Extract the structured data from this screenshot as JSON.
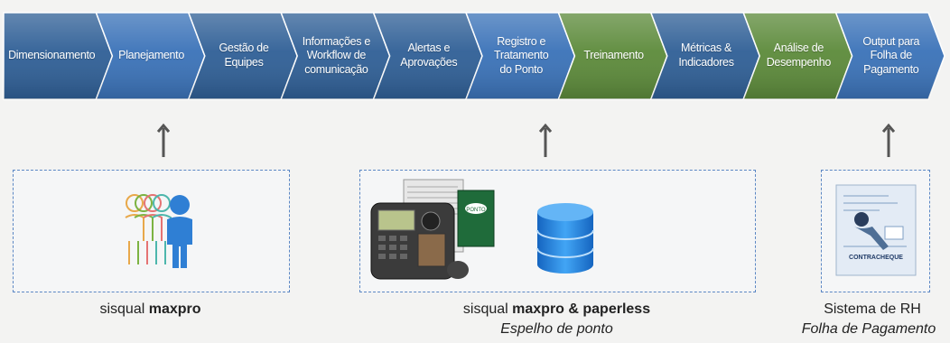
{
  "process_steps": [
    {
      "label": "Dimensionamento",
      "color": "#2f5f96"
    },
    {
      "label": "Planejamento",
      "color": "#3a72b8"
    },
    {
      "label": "Gestão de\nEquipes",
      "color": "#2f5f96"
    },
    {
      "label": "Informações e\nWorkflow de\ncomunicação",
      "color": "#2f5f96"
    },
    {
      "label": "Alertas e\nAprovações",
      "color": "#2f5f96"
    },
    {
      "label": "Registro e\nTratamento\ndo Ponto",
      "color": "#3a72b8"
    },
    {
      "label": "Treinamento",
      "color": "#5c8a3a"
    },
    {
      "label": "Métricas &\nIndicadores",
      "color": "#2f5f96"
    },
    {
      "label": "Análise de\nDesempenho",
      "color": "#5c8a3a"
    },
    {
      "label": "Output para\nFolha de\nPagamento",
      "color": "#3a72b8"
    }
  ],
  "systems": {
    "maxpro": {
      "prefix": "sisqual ",
      "bold": "maxpro",
      "icon": "people-icon"
    },
    "paperless": {
      "prefix": "sisqual ",
      "bold": "maxpro & paperless",
      "subtitle": "Espelho de ponto",
      "icons": [
        "time-clock-icon",
        "database-icon"
      ]
    },
    "rh": {
      "title": "Sistema de RH",
      "subtitle": "Folha de Pagamento",
      "icon": "contracheque-icon",
      "icon_text": "CONTRACHEQUE"
    }
  },
  "colors": {
    "dark_blue": "#2f5f96",
    "light_blue": "#3a72b8",
    "green": "#5c8a3a",
    "box_border": "#5b87c4"
  }
}
